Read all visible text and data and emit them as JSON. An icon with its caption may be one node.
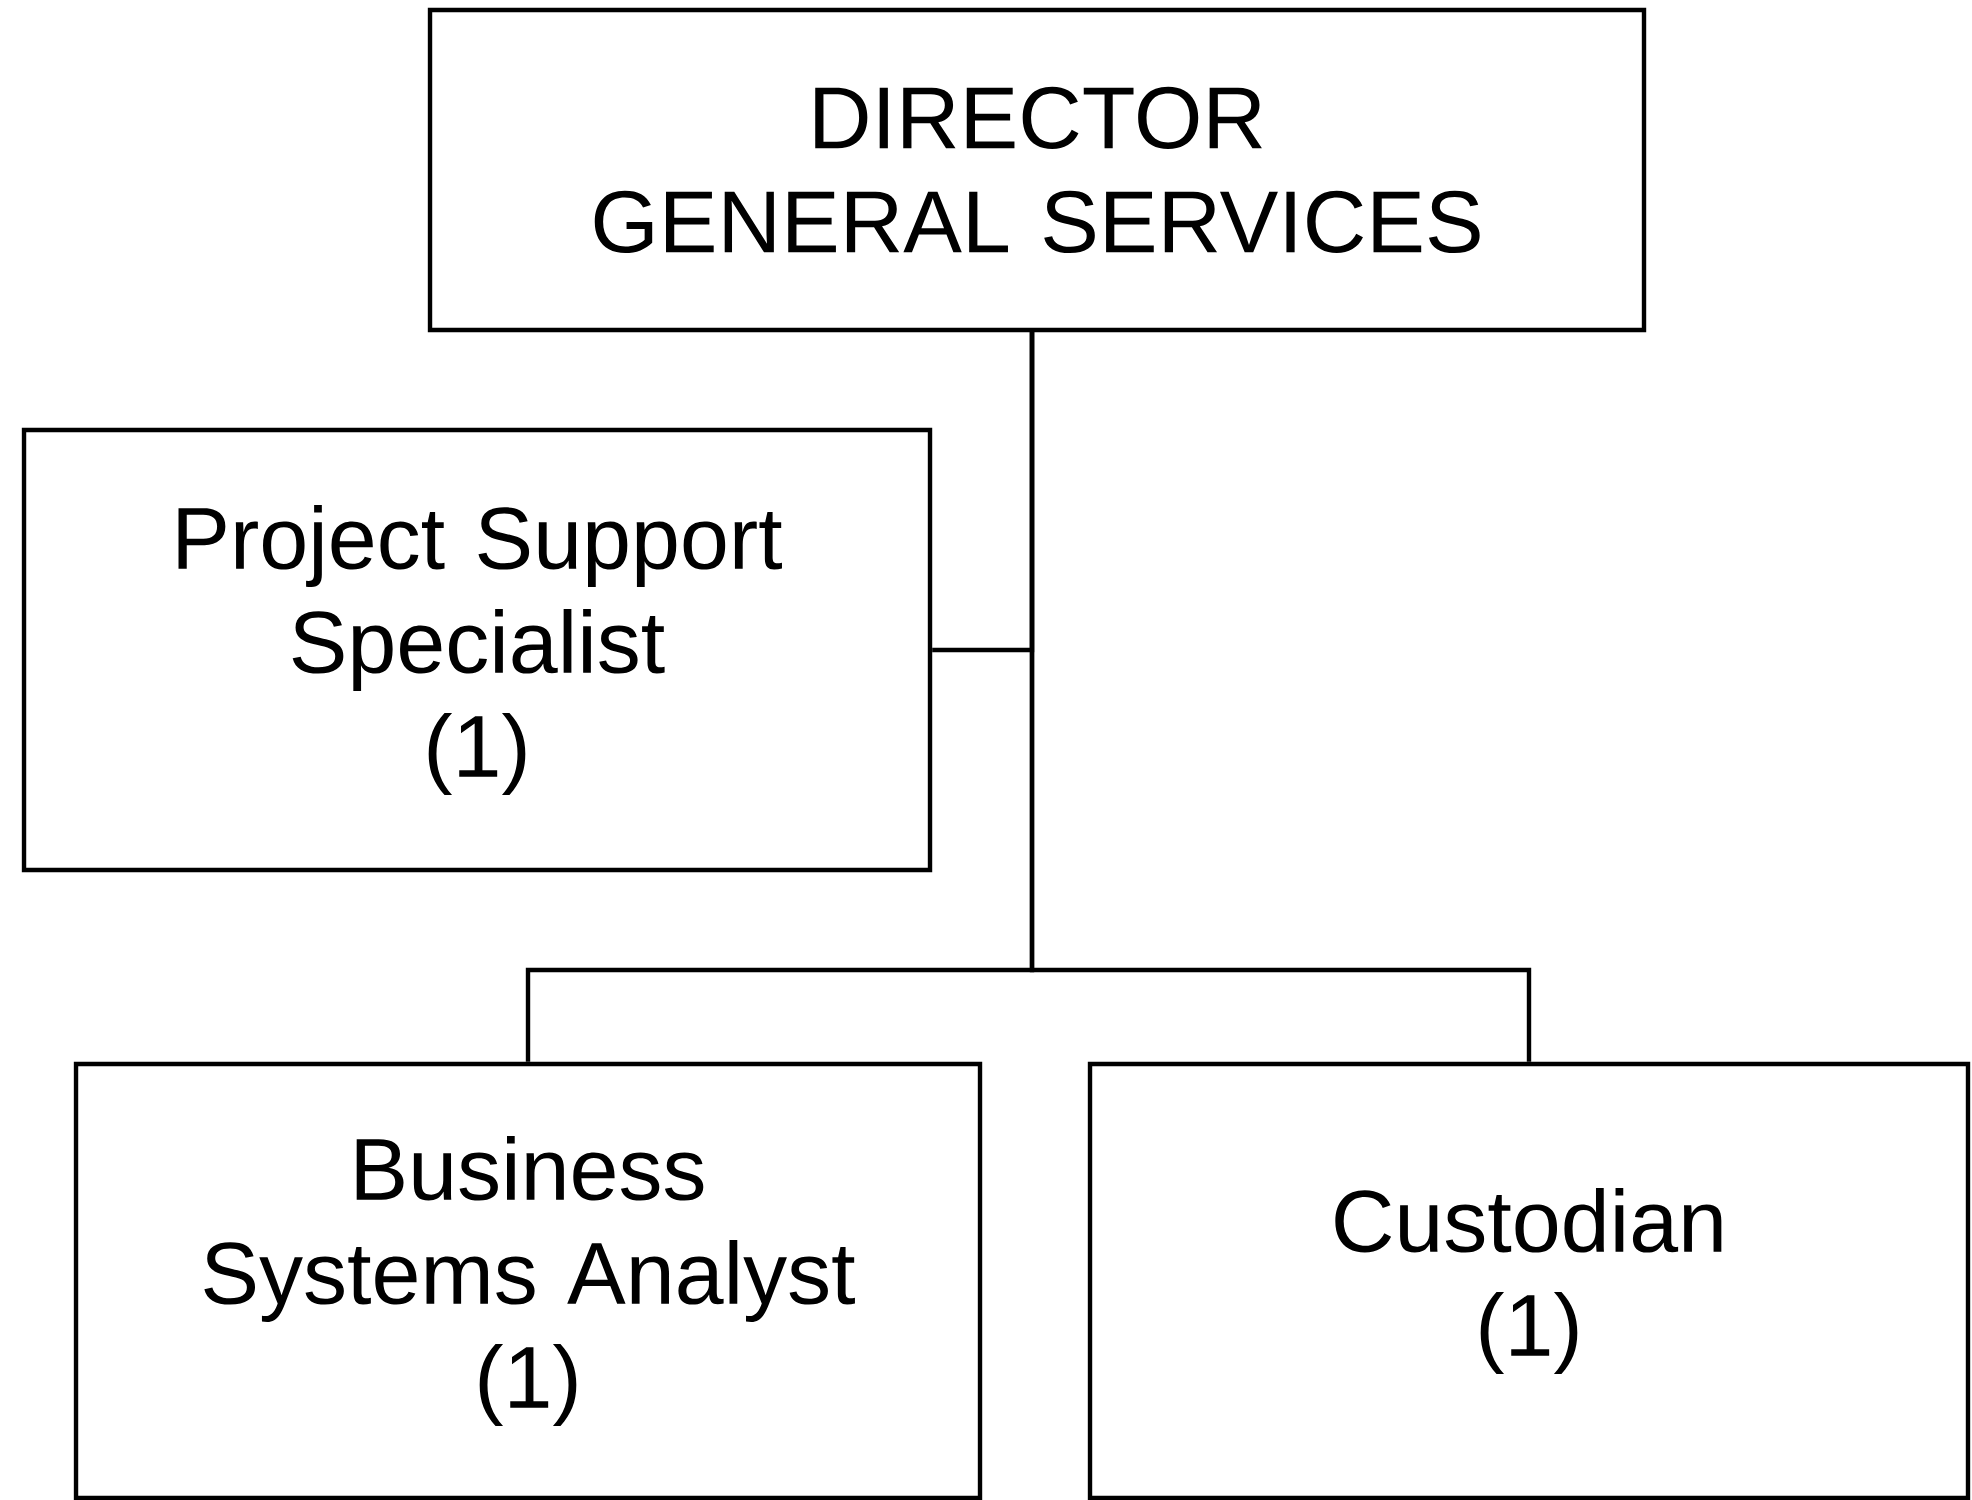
{
  "diagram": {
    "nodes": [
      {
        "text": [
          "DIRECTOR",
          "GENERAL SERVICES"
        ]
      },
      {
        "text": [
          "Project Support Specialist",
          "(1)"
        ]
      },
      {
        "text": [
          "Business Systems Analyst",
          "(1)"
        ]
      },
      {
        "text": [
          "Custodian",
          "(1)"
        ]
      }
    ],
    "edges": [
      {
        "from": 0,
        "to": 1,
        "arrow": "none"
      },
      {
        "from": 0,
        "to": 2,
        "arrow": "none"
      },
      {
        "from": 0,
        "to": 3,
        "arrow": "none"
      }
    ]
  }
}
